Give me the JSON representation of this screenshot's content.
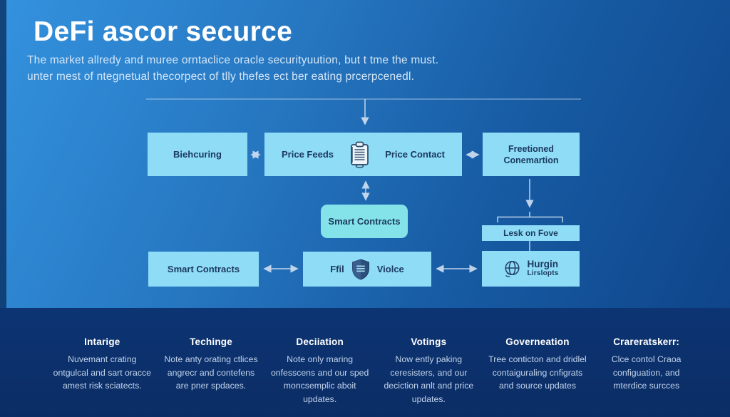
{
  "header": {
    "title": "DeFi ascor securce",
    "subtitle_line1": "The market allredy and muree orntaclice oracle securityuution, but t tme the must.",
    "subtitle_line2": "unter mest of ntegnetual thecorpect of tlly thefes ect ber eating prcerpcenedl."
  },
  "diagram": {
    "boxes": {
      "dishcuring": "Biehcuring",
      "price_feeds": "Price Feeds",
      "price_contact": "Price Contact",
      "freetioned_line1": "Freetioned",
      "freetioned_line2": "Conemartion",
      "smart_contracts_mid": "Smart Contracts",
      "lesk_on_fove": "Lesk on Fove",
      "smart_contracts_bottom": "Smart Contracts",
      "ffil": "Ffil",
      "violce": "Violce",
      "hurgin_line1": "Hurgin",
      "hurgin_line2": "Lirslopts"
    },
    "icons": [
      "clipboard-icon",
      "shield-icon",
      "globe-icon"
    ]
  },
  "footer": {
    "columns": [
      {
        "title": "Intarige",
        "body": "Nuvemant crating ontgulcal and sart oracce amest risk sciatects."
      },
      {
        "title": "Techinge",
        "body": "Note anty orating ctlices angrecr and contefens are pner spdaces."
      },
      {
        "title": "Deciiation",
        "body": "Note only maring onfesscens and our sped moncsemplic aboit updates."
      },
      {
        "title": "Votings",
        "body": "Now ently paking ceresisters, and our deciction anlt and price updates."
      },
      {
        "title": "Governeation",
        "body": "Tree conticton and dridlel contaiguraling cnfigrats and source updates"
      },
      {
        "title": "Crareratskerr:",
        "body": "Clce contol Craoa configuation, and mterdice surcces"
      }
    ]
  },
  "theme": {
    "bg_top_left": "#3492de",
    "bg_bottom_right": "#0e4186",
    "footer_bg": "#0c316e",
    "box_fill": "#8edcf5",
    "box_fill_teal": "#84e3e9",
    "box_text": "#1c3a60",
    "connector": "#d6e4f4",
    "title_color": "#ffffff",
    "subtitle_color": "#d3e6f8",
    "footer_body_color": "#c2d4ec"
  }
}
